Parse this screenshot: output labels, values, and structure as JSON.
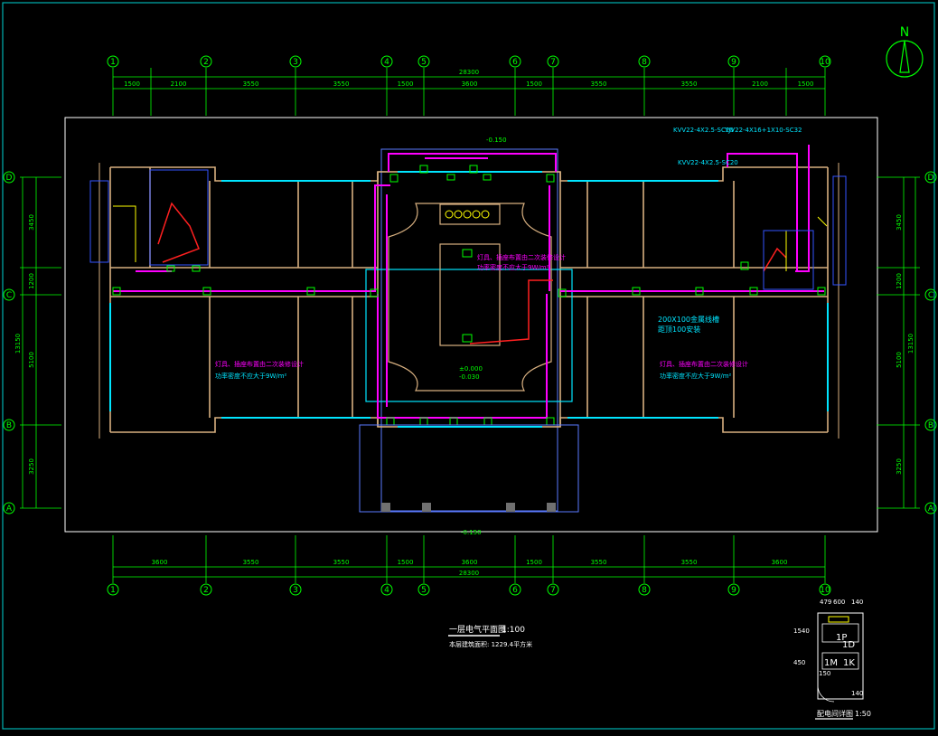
{
  "colors": {
    "background": "#000000",
    "border": "#00b0b0",
    "dimension": "#00ff00",
    "wall": "#d8b080",
    "window": "#00e5ff",
    "cable_tray": "#ff00ff",
    "conduit": "#ff2020",
    "outline": "#ffffff",
    "panel": "#3355ff",
    "yellow": "#ffff00"
  },
  "north_arrow": {
    "label": "N"
  },
  "axes_vertical": {
    "labels": [
      "1",
      "2",
      "3",
      "4",
      "5",
      "6",
      "7",
      "8",
      "9",
      "10"
    ]
  },
  "axes_horizontal": {
    "labels": [
      "D",
      "C",
      "B",
      "A"
    ]
  },
  "top_dims": {
    "total": "28300",
    "segments": [
      "1500",
      "2100",
      "3550",
      "3550",
      "1500",
      "3600",
      "1500",
      "3550",
      "3550",
      "2100",
      "1500"
    ]
  },
  "bottom_dims": {
    "total": "28300",
    "segments": [
      "3600",
      "3550",
      "3550",
      "1500",
      "3600",
      "1500",
      "3550",
      "3550",
      "3600"
    ]
  },
  "side_dims": {
    "total": "13150",
    "segments": [
      "3450",
      "1200",
      "5100",
      "3250"
    ]
  },
  "annotations": {
    "cable_top_left": "KVV22-4X2.5-SC20",
    "cable_top_right": "YJV22-4X16+1X10-SC32",
    "cable_mid": "KVV22-4X2.5-SC20",
    "tray_label": "200X100金属线槽",
    "tray_sub": "距顶100安装",
    "note_center_1": "灯具、插座布置由二次装修设计",
    "note_center_2": "功率密度不应大于9W/m²",
    "note_left_1": "灯具、插座布置由二次装修设计",
    "note_left_2": "功率密度不应大于9W/m²",
    "note_right_1": "灯具、插座布置由二次装修设计",
    "note_right_2": "功率密度不应大于9W/m²",
    "elev_top": "-0.150",
    "elev_center_1": "±0.000",
    "elev_center_2": "-0.030",
    "elev_bottom": "-0.150"
  },
  "title": {
    "main": "一层电气平面图",
    "scale": "1:100",
    "sub": "本层建筑面积: 1229.4平方米"
  },
  "detail": {
    "title": "配电间详图",
    "scale": "1:50",
    "top_dims": [
      "479",
      "600",
      "140"
    ],
    "labels": [
      "1P",
      "1D",
      "1M",
      "1K"
    ],
    "left_dims": [
      "1540",
      "450"
    ],
    "bottom_dims": [
      "150",
      "140"
    ]
  }
}
